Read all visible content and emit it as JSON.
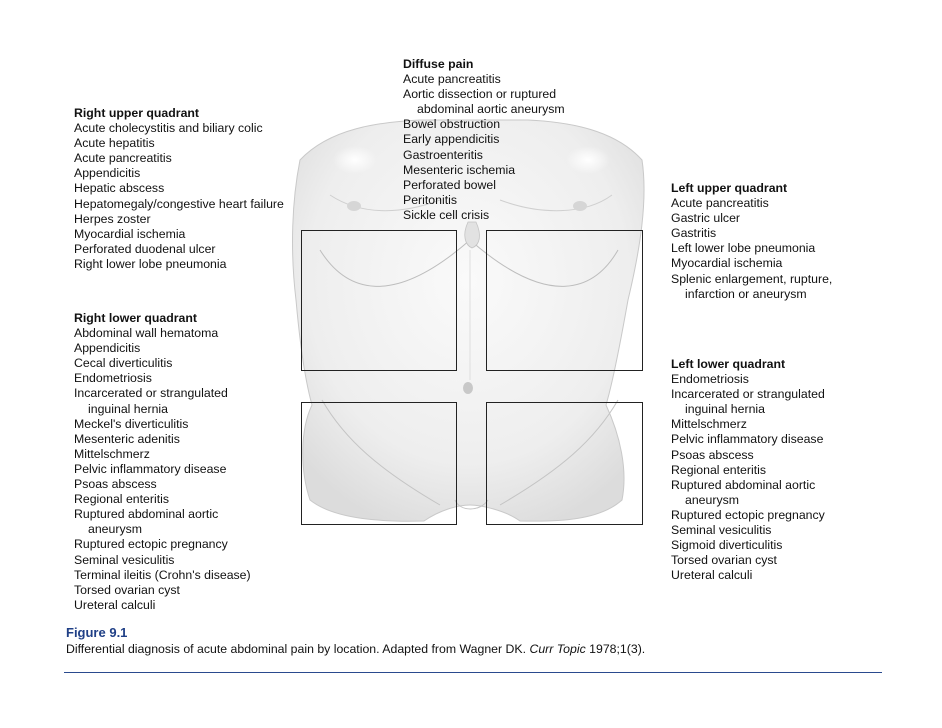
{
  "diffuse": {
    "heading": "Diffuse pain",
    "items": [
      {
        "text": "Acute pancreatitis"
      },
      {
        "text": "Aortic dissection or ruptured"
      },
      {
        "text": "abdominal aortic aneurysm",
        "indent": true
      },
      {
        "text": "Bowel obstruction"
      },
      {
        "text": "Early appendicitis"
      },
      {
        "text": "Gastroenteritis"
      },
      {
        "text": "Mesenteric ischemia"
      },
      {
        "text": "Perforated bowel"
      },
      {
        "text": "Peritonitis"
      },
      {
        "text": "Sickle cell crisis"
      }
    ]
  },
  "rightUpper": {
    "heading": "Right upper quadrant",
    "items": [
      {
        "text": "Acute cholecystitis and biliary colic"
      },
      {
        "text": "Acute hepatitis"
      },
      {
        "text": "Acute pancreatitis"
      },
      {
        "text": "Appendicitis"
      },
      {
        "text": "Hepatic abscess"
      },
      {
        "text": "Hepatomegaly/congestive heart failure"
      },
      {
        "text": "Herpes zoster"
      },
      {
        "text": "Myocardial ischemia"
      },
      {
        "text": "Perforated duodenal ulcer"
      },
      {
        "text": "Right lower lobe pneumonia"
      }
    ]
  },
  "rightLower": {
    "heading": "Right lower quadrant",
    "items": [
      {
        "text": "Abdominal wall hematoma"
      },
      {
        "text": "Appendicitis"
      },
      {
        "text": "Cecal diverticulitis"
      },
      {
        "text": "Endometriosis"
      },
      {
        "text": "Incarcerated or strangulated"
      },
      {
        "text": "inguinal hernia",
        "indent": true
      },
      {
        "text": "Meckel's diverticulitis"
      },
      {
        "text": "Mesenteric adenitis"
      },
      {
        "text": "Mittelschmerz"
      },
      {
        "text": "Pelvic inflammatory disease"
      },
      {
        "text": "Psoas abscess"
      },
      {
        "text": "Regional enteritis"
      },
      {
        "text": "Ruptured abdominal aortic"
      },
      {
        "text": "aneurysm",
        "indent": true
      },
      {
        "text": "Ruptured ectopic pregnancy"
      },
      {
        "text": "Seminal vesiculitis"
      },
      {
        "text": "Terminal ileitis (Crohn's disease)"
      },
      {
        "text": "Torsed ovarian cyst"
      },
      {
        "text": "Ureteral calculi"
      }
    ]
  },
  "leftUpper": {
    "heading": "Left upper quadrant",
    "items": [
      {
        "text": "Acute pancreatitis"
      },
      {
        "text": "Gastric ulcer"
      },
      {
        "text": "Gastritis"
      },
      {
        "text": "Left lower lobe pneumonia"
      },
      {
        "text": "Myocardial ischemia"
      },
      {
        "text": "Splenic enlargement, rupture,"
      },
      {
        "text": "infarction or aneurysm",
        "indent": true
      }
    ]
  },
  "leftLower": {
    "heading": "Left lower quadrant",
    "items": [
      {
        "text": "Endometriosis"
      },
      {
        "text": "Incarcerated or strangulated"
      },
      {
        "text": "inguinal hernia",
        "indent": true
      },
      {
        "text": "Mittelschmerz"
      },
      {
        "text": "Pelvic inflammatory disease"
      },
      {
        "text": "Psoas abscess"
      },
      {
        "text": "Regional enteritis"
      },
      {
        "text": "Ruptured abdominal aortic"
      },
      {
        "text": "aneurysm",
        "indent": true
      },
      {
        "text": "Ruptured ectopic pregnancy"
      },
      {
        "text": "Seminal vesiculitis"
      },
      {
        "text": "Sigmoid diverticulitis"
      },
      {
        "text": "Torsed ovarian cyst"
      },
      {
        "text": "Ureteral calculi"
      }
    ]
  },
  "caption": {
    "figure": "Figure 9.1",
    "text_before": "Differential diagnosis of acute abdominal pain by location. Adapted from Wagner DK. ",
    "journal": "Curr Topic",
    "text_after": " 1978;1(3)."
  },
  "colors": {
    "rule": "#2a4a8e",
    "figure_label": "#1f3f86",
    "body_fill": "#f1f1f1"
  }
}
